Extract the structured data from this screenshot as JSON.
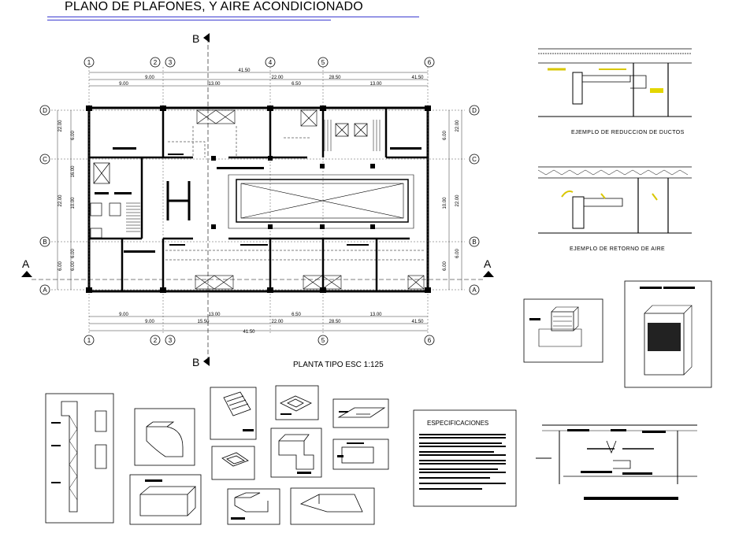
{
  "title": "PLANO DE PLAFONES, Y AIRE ACONDICIONADO",
  "plan": {
    "caption": "PLANTA TIPO ESC 1:125",
    "section_marks": {
      "a": "A",
      "b": "B"
    },
    "axes_top": [
      "1",
      "2",
      "3",
      "4",
      "5",
      "6"
    ],
    "axes_bottom": [
      "1",
      "2",
      "3",
      "5",
      "6"
    ],
    "axes_side": [
      "D",
      "C",
      "B",
      "A"
    ],
    "top_dims_row1": [
      "41.50"
    ],
    "top_dims_row2": [
      "9.00",
      "22.00",
      "28.50",
      "41.50"
    ],
    "top_dims_row3": [
      "9.00",
      "13.00",
      "6.50",
      "13.00"
    ],
    "bottom_dims_row1": [
      "9.00",
      "13.00",
      "6.50",
      "13.00"
    ],
    "bottom_dims_row2": [
      "9.00",
      "15.50",
      "22.00",
      "28.50",
      "41.50"
    ],
    "bottom_dims_row3": [
      "41.50"
    ],
    "side_dims_outer": [
      "22.00",
      "22.00",
      "6.00"
    ],
    "side_dims_inner": [
      "6.00",
      "16.00",
      "10.00",
      "6.00",
      "6.00"
    ]
  },
  "details": {
    "ducts_reduction": "EJEMPLO DE REDUCCION DE DUCTOS",
    "air_return": "EJEMPLO DE RETORNO DE AIRE"
  },
  "specs": {
    "heading": "ESPECIFICACIONES"
  }
}
